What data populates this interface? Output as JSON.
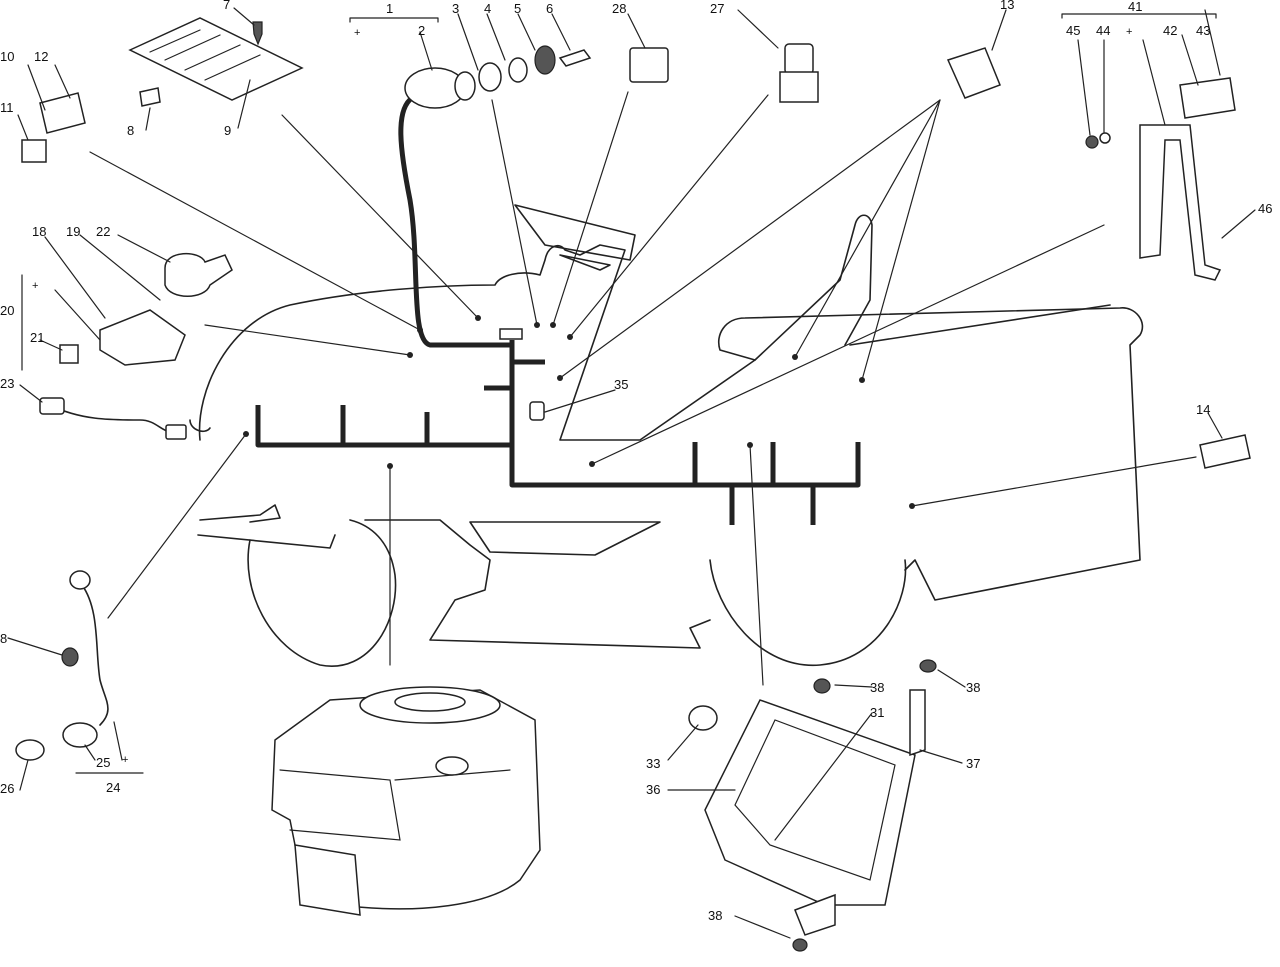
{
  "callouts": {
    "n1": "1",
    "n2": "2",
    "n3": "3",
    "n4": "4",
    "n5": "5",
    "n6": "6",
    "n7": "7",
    "n8a": "8",
    "n8b": "8",
    "n9": "9",
    "n10": "10",
    "n11": "11",
    "n12": "12",
    "n13": "13",
    "n14": "14",
    "n18": "18",
    "n19": "19",
    "n20": "20",
    "n21": "21",
    "n22": "22",
    "n23": "23",
    "n24": "24",
    "n25": "25",
    "n26": "26",
    "n27": "27",
    "n28": "28",
    "n31": "31",
    "n33": "33",
    "n35": "35",
    "n36": "36",
    "n37": "37",
    "n38a": "38",
    "n38b": "38",
    "n38c": "38",
    "n41": "41",
    "n42": "42",
    "n43": "43",
    "n44": "44",
    "n45": "45",
    "n46": "46"
  },
  "marks": {
    "plus1": "+",
    "plus20": "+",
    "plus41": "+",
    "plus24": "+"
  },
  "icons": {
    "ignition_switch": "ignition-switch-icon",
    "circuit_board": "circuit-board-icon",
    "relay": "relay-icon",
    "engine": "engine-icon",
    "battery_tray": "battery-tray-icon",
    "headlight": "headlight-icon",
    "seat_switch": "seat-switch-icon",
    "mower_outline": "lawn-tractor-outline-icon"
  }
}
